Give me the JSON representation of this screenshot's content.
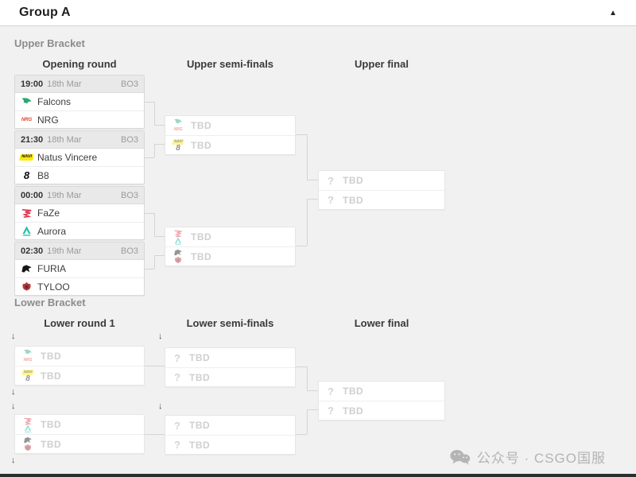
{
  "header": {
    "title": "Group A",
    "collapse_icon": "collapsed-up-caret"
  },
  "upper_bracket": {
    "label": "Upper Bracket",
    "columns": {
      "round": "Opening round",
      "semi": "Upper semi-finals",
      "final": "Upper final"
    },
    "matches": [
      {
        "time": "19:00",
        "date": "18th Mar",
        "format": "BO3",
        "team1": "Falcons",
        "team2": "NRG"
      },
      {
        "time": "21:30",
        "date": "18th Mar",
        "format": "BO3",
        "team1": "Natus Vincere",
        "team2": "B8"
      },
      {
        "time": "00:00",
        "date": "19th Mar",
        "format": "BO3",
        "team1": "FaZe",
        "team2": "Aurora"
      },
      {
        "time": "02:30",
        "date": "19th Mar",
        "format": "BO3",
        "team1": "FURIA",
        "team2": "TYLOO"
      }
    ],
    "semi_finals": [
      {
        "slot1": "TBD",
        "slot2": "TBD",
        "slot1_candidates": [
          "Falcons",
          "NRG"
        ],
        "slot2_candidates": [
          "Natus Vincere",
          "B8"
        ]
      },
      {
        "slot1": "TBD",
        "slot2": "TBD",
        "slot1_candidates": [
          "FaZe",
          "Aurora"
        ],
        "slot2_candidates": [
          "FURIA",
          "TYLOO"
        ]
      }
    ],
    "final": {
      "slot1": "TBD",
      "slot2": "TBD"
    }
  },
  "lower_bracket": {
    "label": "Lower Bracket",
    "columns": {
      "round": "Lower round 1",
      "semi": "Lower semi-finals",
      "final": "Lower final"
    },
    "round1": [
      {
        "slot1": "TBD",
        "slot2": "TBD",
        "slot1_candidates": [
          "Falcons",
          "NRG"
        ],
        "slot2_candidates": [
          "Natus Vincere",
          "B8"
        ]
      },
      {
        "slot1": "TBD",
        "slot2": "TBD",
        "slot1_candidates": [
          "FaZe",
          "Aurora"
        ],
        "slot2_candidates": [
          "FURIA",
          "TYLOO"
        ]
      }
    ],
    "semi_finals": [
      {
        "slot1": "TBD",
        "slot2": "TBD"
      },
      {
        "slot1": "TBD",
        "slot2": "TBD"
      }
    ],
    "final": {
      "slot1": "TBD",
      "slot2": "TBD"
    }
  },
  "watermark": {
    "text": "公众号 · CSGO国服"
  },
  "colors": {
    "page_bg": "#f1f1f2",
    "card_header_bg": "#e9e9e9",
    "connector": "#d4d4d4",
    "falcons_green": "#2aa86d",
    "nrg_red": "#e0402e",
    "navi_yellow": "#fde910",
    "faze_red": "#e03a4e",
    "aurora_teal": "#25c2a8",
    "furia_black": "#161616",
    "tyloo_red": "#b23c3c"
  }
}
